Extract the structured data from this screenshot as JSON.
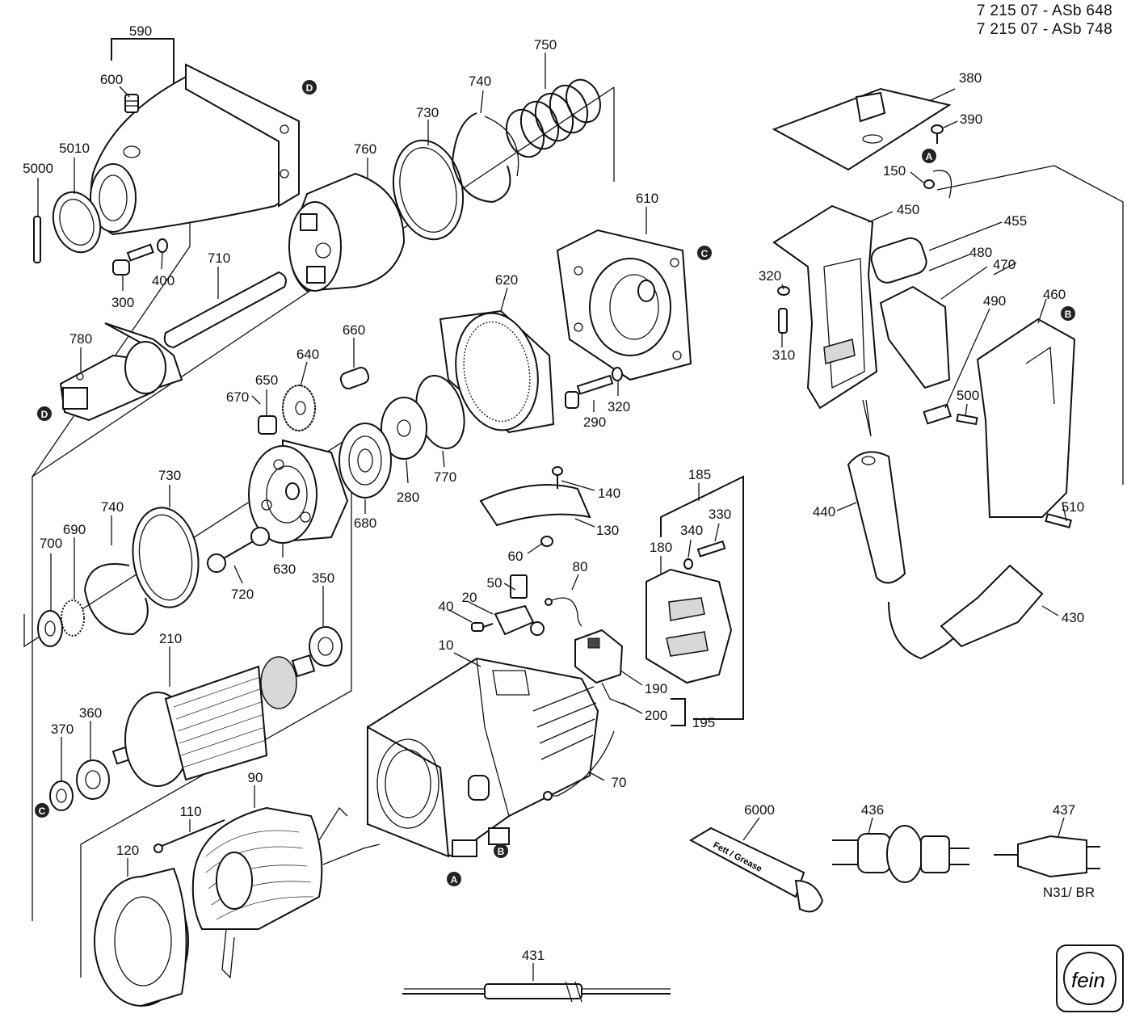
{
  "header": {
    "line1": "7 215 07 - ASb 648",
    "line2": "7 215 07 - ASb 748"
  },
  "part_labels": {
    "p590": "590",
    "p600": "600",
    "p750": "750",
    "p740a": "740",
    "p730a": "730",
    "p760": "760",
    "p5010": "5010",
    "p5000": "5000",
    "p400": "400",
    "p300": "300",
    "p710": "710",
    "p610": "610",
    "p620": "620",
    "p780": "780",
    "p660": "660",
    "p640": "640",
    "p650": "650",
    "p670": "670",
    "p290": "290",
    "p320a": "320",
    "p280": "280",
    "p770": "770",
    "p680": "680",
    "p730b": "730",
    "p740b": "740",
    "p690": "690",
    "p700": "700",
    "p630": "630",
    "p720": "720",
    "p350": "350",
    "p210": "210",
    "p360": "360",
    "p370": "370",
    "p90": "90",
    "p110": "110",
    "p120": "120",
    "p140": "140",
    "p130": "130",
    "p60": "60",
    "p80": "80",
    "p50": "50",
    "p20": "20",
    "p40": "40",
    "p10": "10",
    "p190": "190",
    "p200": "200",
    "p195": "195",
    "p70": "70",
    "p185": "185",
    "p330": "330",
    "p340": "340",
    "p180": "180",
    "p380": "380",
    "p390": "390",
    "p150": "150",
    "p450": "450",
    "p455": "455",
    "p480": "480",
    "p470": "470",
    "p320b": "320",
    "p310": "310",
    "p460": "460",
    "p490": "490",
    "p500": "500",
    "p440": "440",
    "p510": "510",
    "p430": "430",
    "p6000": "6000",
    "p436": "436",
    "p437": "437",
    "p431": "431"
  },
  "markers": {
    "a": "A",
    "b": "B",
    "c": "C",
    "d": "D"
  },
  "notes": {
    "grease_tube": "Fett / Grease",
    "plug_variant": "N31/ BR"
  },
  "logo": {
    "text": "fein"
  }
}
